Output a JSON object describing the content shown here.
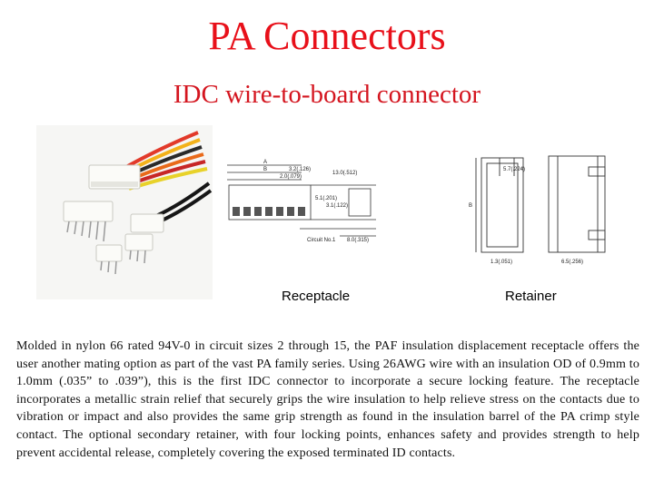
{
  "title": "PA Connectors",
  "subtitle": "IDC wire-to-board connector",
  "photo_alt": "photo of white nylon connector housings with colored wires and pin headers",
  "captions": {
    "receptacle": "Receptacle",
    "retainer": "Retainer"
  },
  "drawings": {
    "receptacle": {
      "dim_a": "A",
      "dim_b": "B",
      "dim_top": "3.2(.126)",
      "dim_top2": "2.0(.079)",
      "dim_overall": "13.0(.512)",
      "dim_side1": "5.1(.201)",
      "dim_side2": "3.1(.122)",
      "dim_bottom": "8.0(.315)",
      "circuit_label": "Circuit No.1"
    },
    "retainer": {
      "dim_top": "5.7(.224)",
      "dim_b": "B",
      "dim_bottom_left": "1.3(.051)",
      "dim_bottom_right": "6.5(.256)"
    }
  },
  "body": "Molded in nylon 66 rated 94V-0 in circuit sizes 2 through 15, the PAF insulation displacement receptacle offers the user another mating option as part of the vast PA family series. Using 26AWG wire with an insulation OD of 0.9mm to 1.0mm (.035” to .039”), this is the first IDC connector to incorporate a secure locking feature. The receptacle incorporates a metallic strain relief that securely grips the wire insulation to help relieve stress on the contacts due to vibration or impact and also provides the same grip strength as found in the insulation barrel of the PA crimp style contact. The optional secondary retainer, with four locking points, enhances safety and provides strength to help prevent accidental release, completely covering the exposed terminated ID contacts."
}
